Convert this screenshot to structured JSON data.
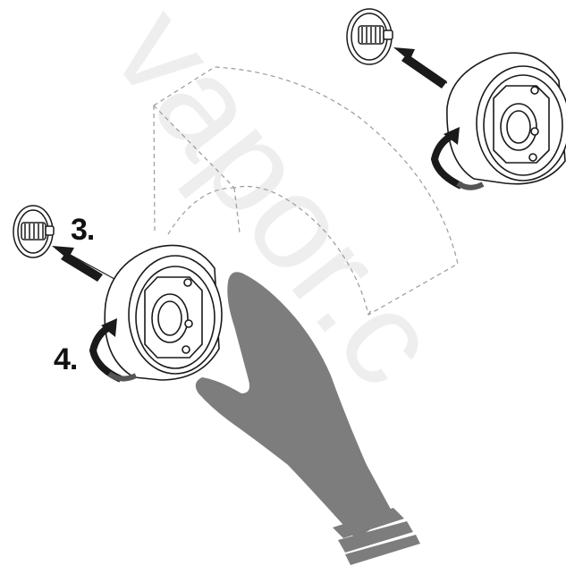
{
  "steps": {
    "step_3_label": "3.",
    "step_4_label": "4."
  },
  "watermark": {
    "text": "vapor.c"
  },
  "colors": {
    "line": "#1a1a1a",
    "hand_fill": "#7d7d7d",
    "dashed_outline": "#9a9a9a",
    "watermark": "#eeeeee",
    "background": "#ffffff"
  },
  "icons": [
    "valve-stem-icon",
    "rotation-arrow-icon",
    "push-arrow-icon",
    "hand-icon",
    "knob-icon"
  ]
}
